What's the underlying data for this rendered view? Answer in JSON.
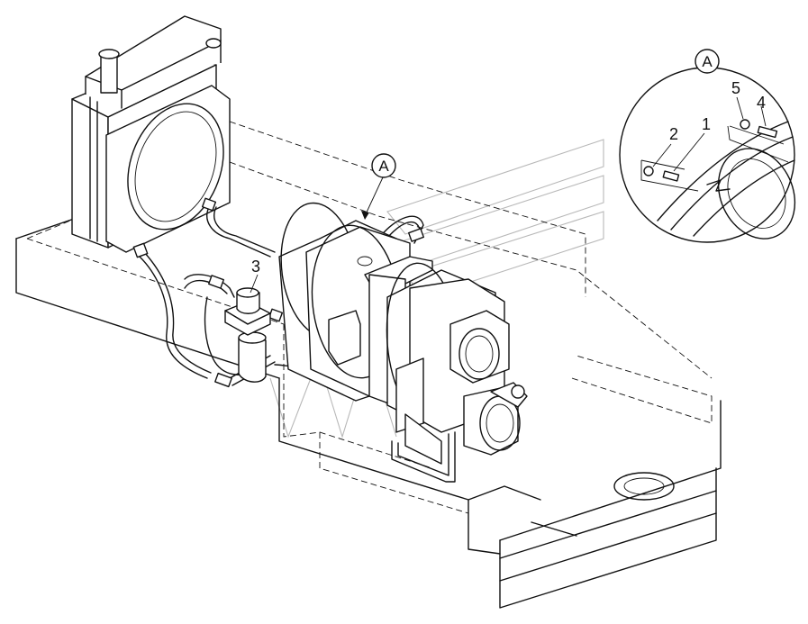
{
  "callouts": {
    "detail_marker": "A",
    "detail_title": "A",
    "part_1": "1",
    "part_2": "2",
    "part_3": "3",
    "part_4": "4",
    "part_5": "5"
  },
  "colors": {
    "line": "#111111",
    "watermark": "#b8b8b8",
    "background": "#ffffff"
  }
}
